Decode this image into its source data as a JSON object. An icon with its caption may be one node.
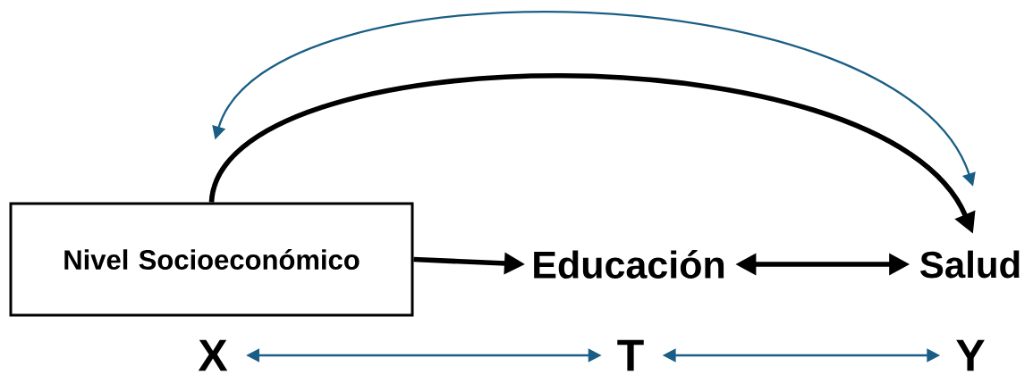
{
  "diagram": {
    "nodes": [
      {
        "text": [
          "Nivel Socioeconómico"
        ]
      },
      {
        "text": [
          "Educación"
        ]
      },
      {
        "text": [
          "Salud"
        ]
      },
      {
        "text": [
          "X"
        ]
      },
      {
        "text": [
          "T"
        ]
      },
      {
        "text": [
          "Y"
        ]
      }
    ],
    "edges": [
      {
        "from": 0,
        "to": 1,
        "arrow": "to",
        "style": "thick"
      },
      {
        "from": 1,
        "to": 2,
        "arrow": "both",
        "style": "thick"
      },
      {
        "from": 0,
        "to": 2,
        "arrow": "to",
        "style": "thick"
      },
      {
        "from": 0,
        "to": 2,
        "arrow": "both",
        "color": "#1a5e85"
      },
      {
        "from": 3,
        "to": 4,
        "arrow": "both",
        "color": "#1a5e85"
      },
      {
        "from": 4,
        "to": 5,
        "arrow": "both",
        "color": "#1a5e85"
      }
    ]
  }
}
